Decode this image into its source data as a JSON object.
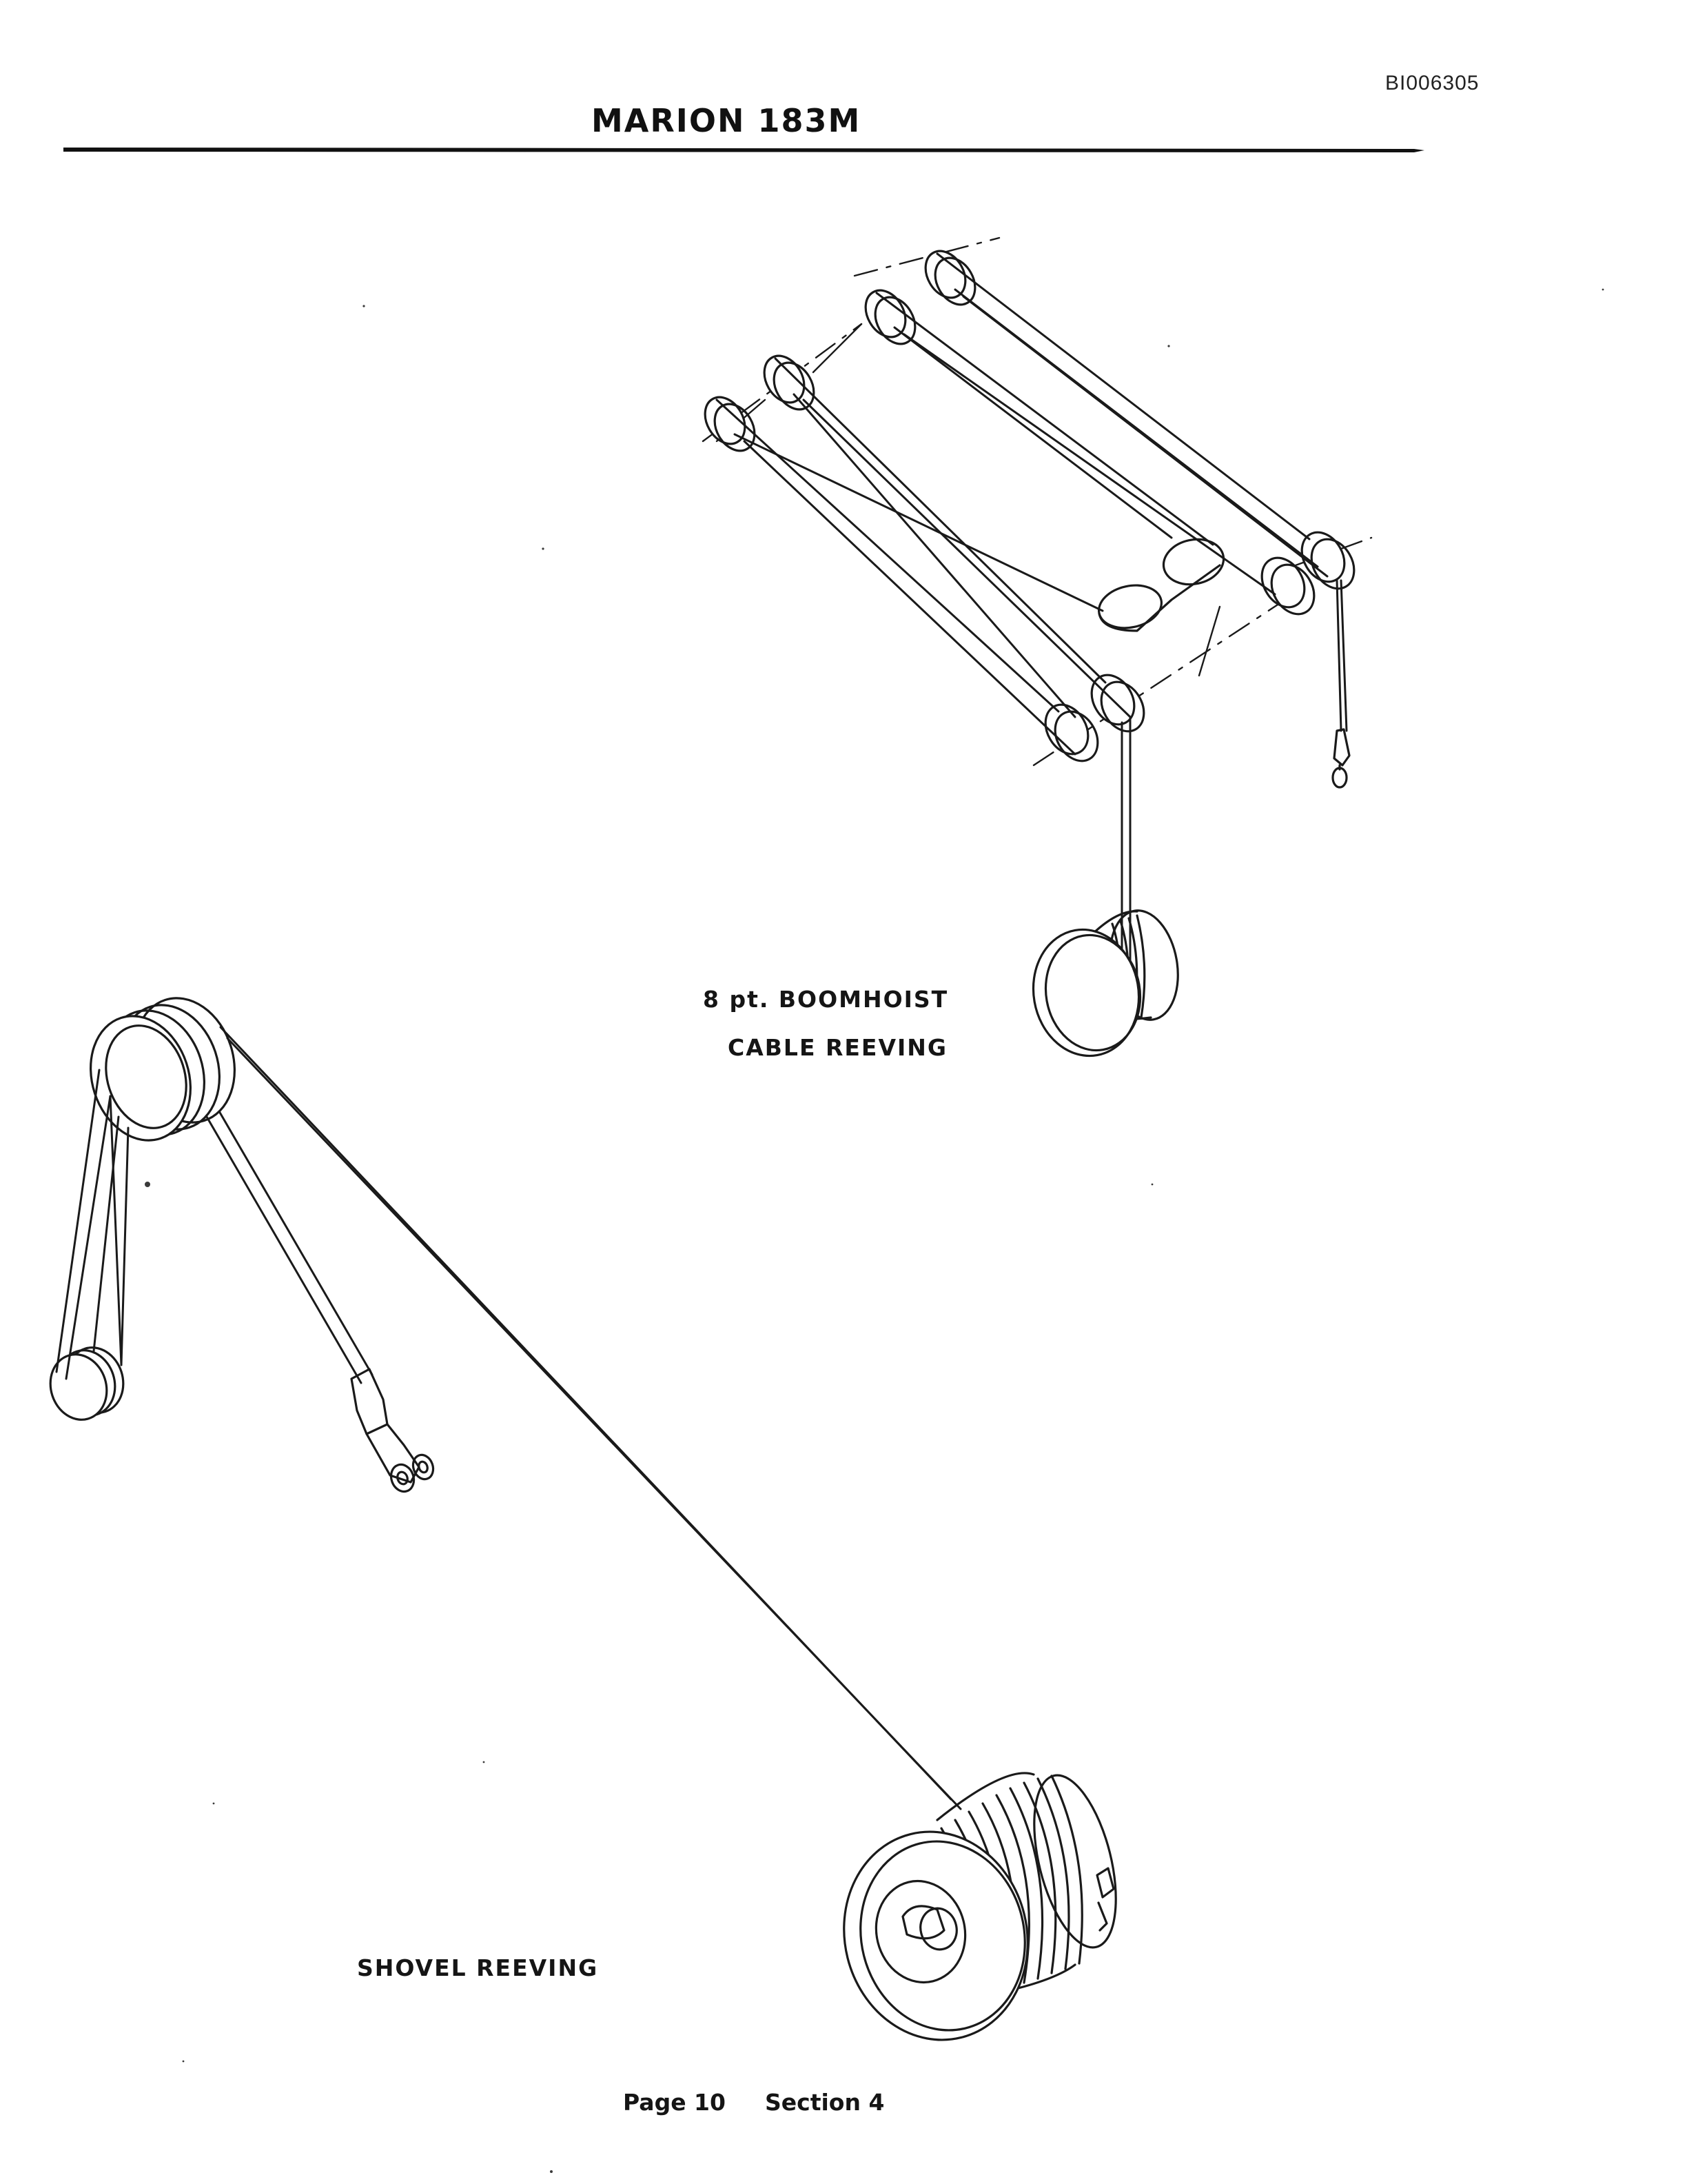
{
  "header": {
    "doc_id": "BI006305",
    "title": "MARION 183M"
  },
  "boomhoist": {
    "caption_line1": "8 pt. BOOMHOIST",
    "caption_line2": "CABLE REEVING"
  },
  "shovel": {
    "caption": "SHOVEL REEVING"
  },
  "footer": {
    "page": "Page  10",
    "section": "Section  4"
  },
  "colors": {
    "ink": "#1a1a1a",
    "paper": "#ffffff"
  }
}
